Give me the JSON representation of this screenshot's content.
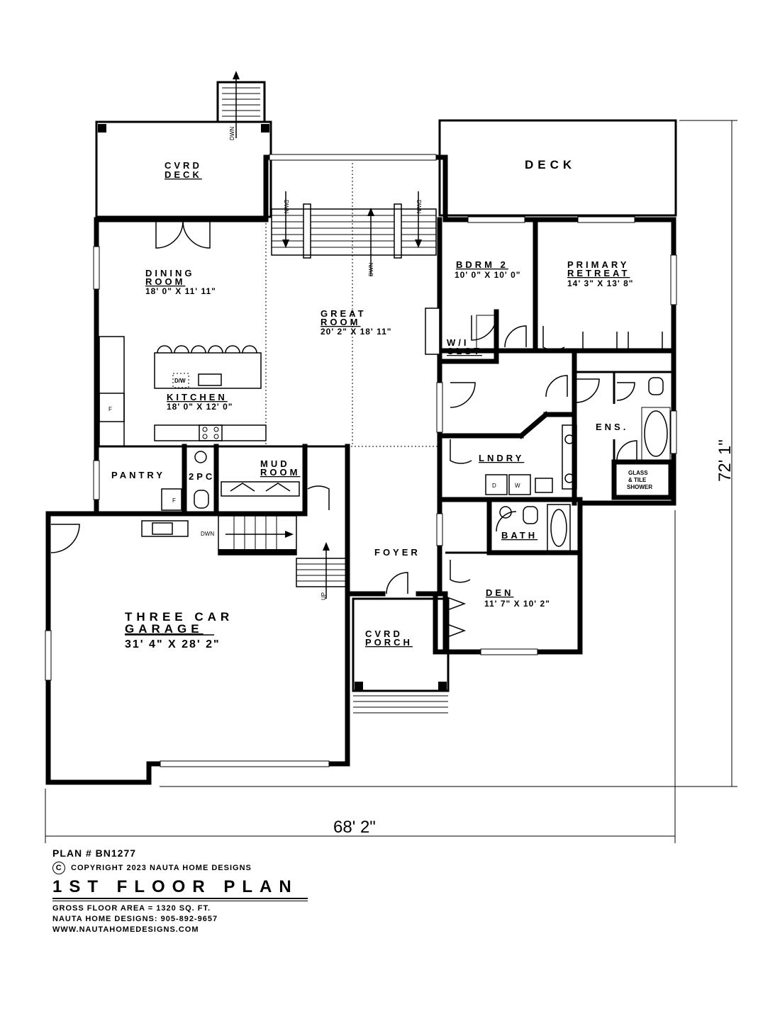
{
  "rooms": {
    "cvrd_deck": {
      "line1": "CVRD",
      "line2": "DECK"
    },
    "deck": {
      "label": "DECK"
    },
    "dining": {
      "line1": "DINING",
      "line2": "ROOM",
      "dim": "18' 0\" X 11' 11\""
    },
    "great_room": {
      "line1": "GREAT",
      "line2": "ROOM",
      "dim": "20' 2\" X 18' 11\""
    },
    "kitchen": {
      "label": "KITCHEN",
      "dim": "18' 0\" X 12' 0\"",
      "dw": "D/W"
    },
    "bdrm2": {
      "label": "BDRM 2",
      "dim": "10' 0\" X 10' 0\""
    },
    "primary": {
      "line1": "PRIMARY",
      "line2": "RETREAT",
      "dim": "14' 3\" X 13' 8\""
    },
    "wic": {
      "line1": "W/I",
      "line2": "CLST"
    },
    "ens": {
      "label": "ENS."
    },
    "shower": {
      "line1": "GLASS",
      "line2": "& TILE",
      "line3": "SHOWER"
    },
    "lndry": {
      "label": "LNDRY",
      "dryer": "D",
      "washer": "W"
    },
    "pantry": {
      "label": "PANTRY"
    },
    "twopc": {
      "label": "2PC"
    },
    "mud": {
      "line1": "MUD",
      "line2": "ROOM"
    },
    "bath": {
      "label": "BATH"
    },
    "foyer": {
      "label": "FOYER"
    },
    "den": {
      "label": "DEN",
      "dim": "11' 7\" X 10' 2\""
    },
    "garage": {
      "line1": "THREE CAR",
      "line2": "GARAGE",
      "dim": "31' 4\" X 28' 2\""
    },
    "cvrd_porch": {
      "line1": "CVRD",
      "line2": "PORCH"
    }
  },
  "stairs": {
    "dwn": "DWN",
    "up": "UP"
  },
  "fridge_mark": "F",
  "dimensions": {
    "width": "68' 2\"",
    "depth": "72' 1\""
  },
  "titleblock": {
    "plan_number": "PLAN # BN1277",
    "copyright_symbol": "C",
    "copyright": "COPYRIGHT 2023 NAUTA HOME DESIGNS",
    "title": "1ST FLOOR PLAN",
    "gross_area": "GROSS  FLOOR AREA   =   1320   SQ. FT.",
    "phone": "NAUTA HOME DESIGNS:  905-892-9657",
    "website": "WWW.NAUTAHOMEDESIGNS.COM"
  }
}
